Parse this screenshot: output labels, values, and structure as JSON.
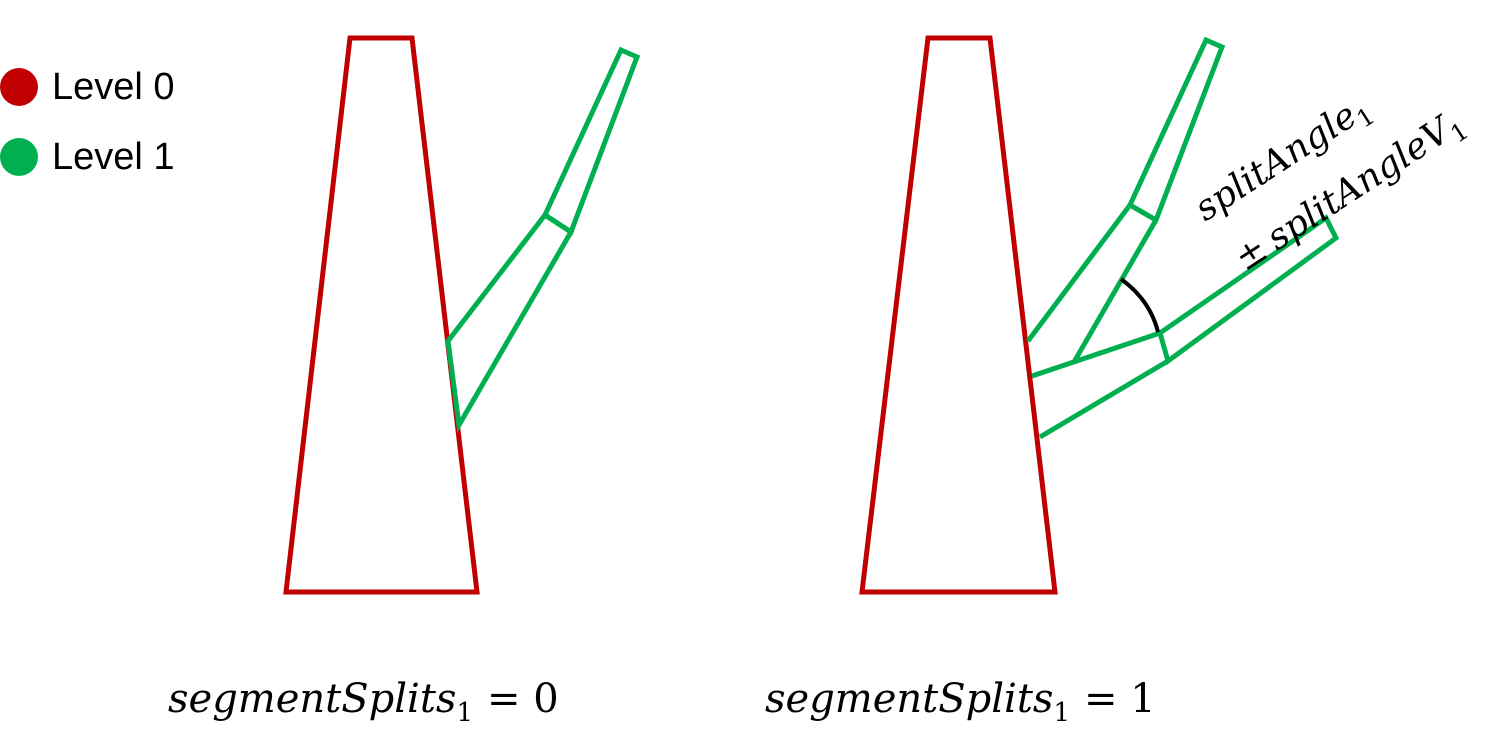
{
  "colors": {
    "level0": "#c00000",
    "level1": "#00b050",
    "angle_arc": "#000000"
  },
  "legend": [
    {
      "label": "Level 0",
      "color": "#c00000"
    },
    {
      "label": "Level 1",
      "color": "#00b050"
    }
  ],
  "panels": [
    {
      "caption_var": "segmentSplits",
      "caption_sub": "1",
      "caption_value": "= 0"
    },
    {
      "caption_var": "segmentSplits",
      "caption_sub": "1",
      "caption_value": "= 1"
    }
  ],
  "angle_label": {
    "line1_var": "splitAngle",
    "line1_sub": "1",
    "line2_op": "±",
    "line2_var": "splitAngleV",
    "line2_sub": "1"
  }
}
